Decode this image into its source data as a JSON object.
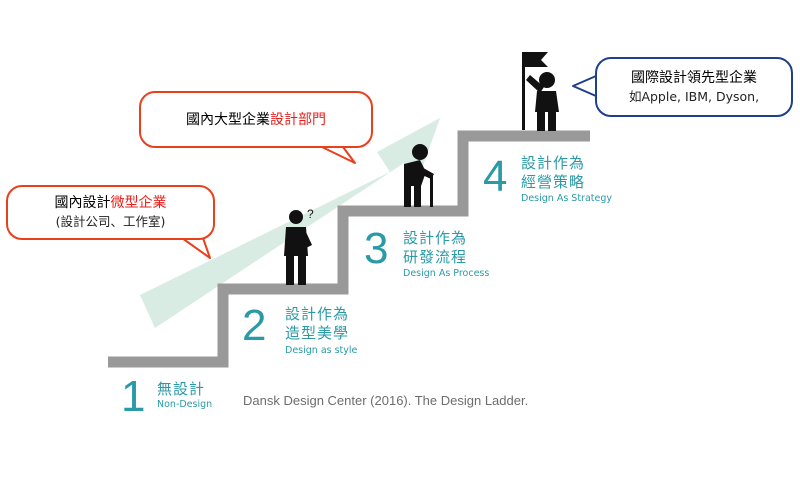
{
  "steps": [
    {
      "number": "1",
      "title_line1": "無設計",
      "title_line2": "",
      "english": "Non-Design"
    },
    {
      "number": "2",
      "title_line1": "設計作為",
      "title_line2": "造型美學",
      "english": "Design as style"
    },
    {
      "number": "3",
      "title_line1": "設計作為",
      "title_line2": "研發流程",
      "english": "Design As Process"
    },
    {
      "number": "4",
      "title_line1": "設計作為",
      "title_line2": "經營策略",
      "english": "Design As Strategy"
    }
  ],
  "bubbles": {
    "small_firms": {
      "prefix": "國內設計",
      "highlight": "微型企業",
      "sub": "(設計公司、工作室)"
    },
    "large_firms": {
      "prefix": "國內大型企業",
      "highlight": "設計部門"
    },
    "leaders": {
      "title": "國際設計領先型企業",
      "sub": "如Apple, IBM, Dyson,"
    }
  },
  "citation": "Dansk Design Center (2016). The Design Ladder.",
  "figures": {
    "thinker_mark": "?"
  },
  "colors": {
    "stair": "#999999",
    "arrow": "#d9ece3",
    "teal_text": "#2a9aa6",
    "bubble_red": "#e8401c",
    "bubble_blue": "#1f3f8a",
    "highlight_red": "#e8201c"
  }
}
